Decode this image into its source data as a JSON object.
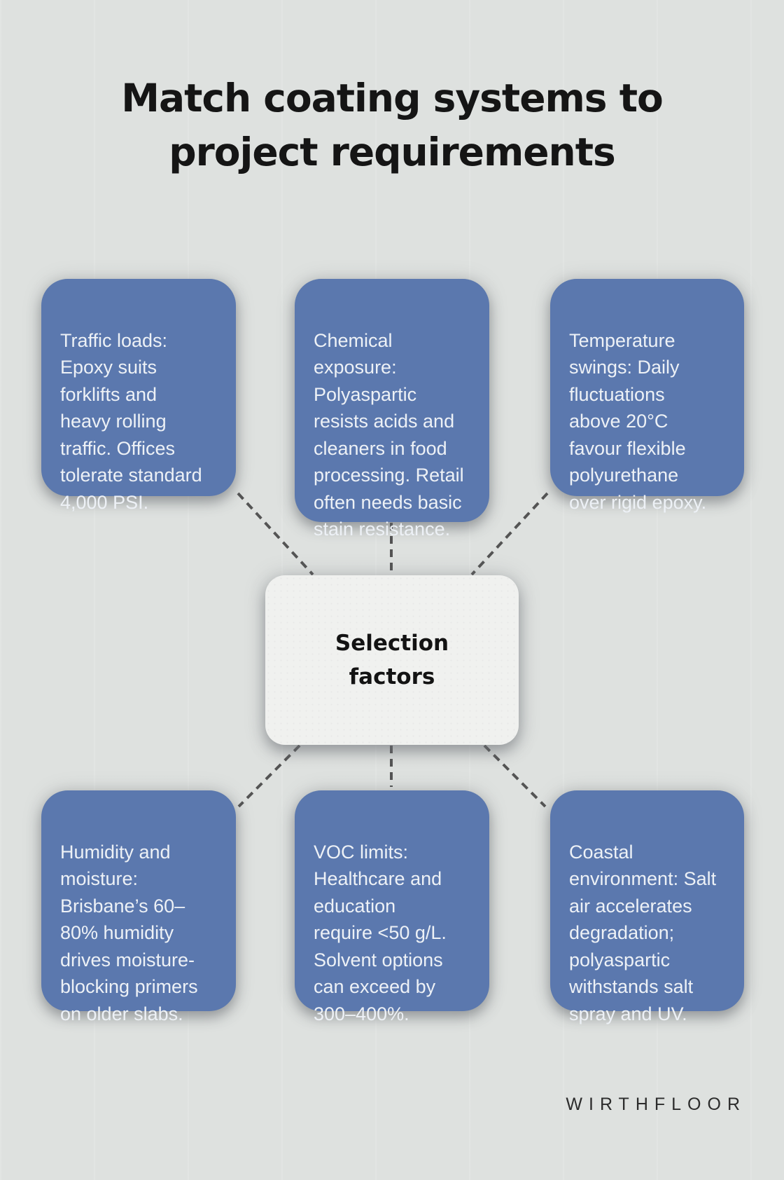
{
  "title": {
    "line1": "Match coating systems to",
    "line2": "project requirements"
  },
  "center": {
    "label": "Selection\nfactors"
  },
  "boxes": [
    {
      "id": "traffic-loads",
      "text": "Traffic loads:\nEpoxy suits\nforklifts and\nheavy rolling\ntraffic. Offices\ntolerate standard\n4,000 PSI."
    },
    {
      "id": "chemical-exposure",
      "text": "Chemical\nexposure:\nPolyaspartic\nresists acids and\ncleaners in food\nprocessing. Retail\noften needs basic\nstain resistance."
    },
    {
      "id": "temperature-swings",
      "text": "Temperature\nswings: Daily\nfluctuations\nabove 20°C\nfavour flexible\npolyurethane\nover rigid epoxy."
    },
    {
      "id": "humidity-moisture",
      "text": "Humidity and\nmoisture:\nBrisbane’s 60–\n80% humidity\ndrives moisture-\nblocking primers\non older slabs."
    },
    {
      "id": "voc-limits",
      "text": "VOC limits:\nHealthcare and\neducation\nrequire <50 g/L.\nSolvent options\ncan exceed by\n300–400%."
    },
    {
      "id": "coastal-environment",
      "text": "Coastal\nenvironment: Salt\nair accelerates\ndegradation;\npolyaspartic\nwithstands salt\nspray and UV."
    }
  ],
  "brand": "WIRTHFLOOR",
  "colors": {
    "background": "#e0e3e1",
    "factor_box": "#5b78ae",
    "factor_text": "#edf1f6",
    "center_box": "#f0f1ef",
    "connector": "#545454",
    "title_text": "#151515"
  }
}
